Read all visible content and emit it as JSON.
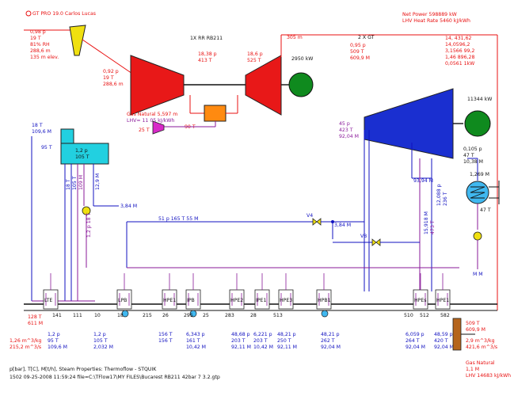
{
  "header": {
    "program": "GT PRO 19.0 Carlos Lucas",
    "net_power": "Net Power 598889 kW",
    "lhv_heat_rate": "LHV Heat Rate 5460 kJ/kWh"
  },
  "gas_turbine": {
    "label": "1X RR RB211",
    "inlet_top": [
      "0,98 p",
      "19 T",
      "81% RH",
      "288,6 m",
      "135 m elev."
    ],
    "inlet_comp": [
      "0,92 p",
      "19 T",
      "288,6 m"
    ],
    "comp_out": [
      "18,38 p",
      "413 T"
    ],
    "turb_in": [
      "18,6 p",
      "525 T"
    ],
    "exhaust_flow": "305 m",
    "gen_power": "2950 kW",
    "fuel": [
      "Gas Natural 5,597 m",
      "LHV= 11 05 kJ/kWh"
    ],
    "fuel_temp": "25 T",
    "fuel_comb": "90 T"
  },
  "multi_gt": {
    "label": "2 X GT",
    "values": [
      "0,95 p",
      "509 T",
      "609,9 M"
    ]
  },
  "stack_right": [
    "14, 431,62",
    "14,0596,2",
    "3,1566 99,2",
    "1,46 896,28",
    "0,0561 1kW"
  ],
  "steam_turbine": {
    "inlet": [
      "45 p",
      "423 T",
      "92,04 M"
    ],
    "gen_power": "11344 kW",
    "exhaust": [
      "0,105 p",
      "47 T",
      "10,38 M"
    ],
    "extraction_1": "93,94 M",
    "extraction_2": [
      "12,088 p",
      "236 T"
    ],
    "extraction_3": [
      "15,918 M",
      "473 T"
    ]
  },
  "condenser": {
    "inlet": [
      "1,269 M",
      "47 T"
    ],
    "outlet_temp": "47 T",
    "outlet_label": "M M"
  },
  "deaerator": {
    "left_in": [
      "18 T",
      "109,6 M"
    ],
    "flow_95": "95 T",
    "label": [
      "1,2 p",
      "105 T"
    ],
    "lines": [
      "18 T",
      "105 T",
      "109 M",
      "12,9 M"
    ]
  },
  "steam_lines": {
    "feed_311": "3,84 M",
    "main": "51 p 165 T 55 M",
    "v4_label": "V4",
    "v4_flow": "3,84 M",
    "v8_label": "V8",
    "bfp_left": "1,2 p 18 T"
  },
  "hrsg": {
    "components": [
      "LTE",
      "LPB",
      "HPE1",
      "IPB",
      "HPE2",
      "IPE1",
      "HPE3",
      "HPB1",
      "HPEs",
      "HPE1"
    ],
    "node_numbers": [
      "141",
      "111",
      "10",
      "18",
      "215",
      "26",
      "295",
      "25",
      "283",
      "28",
      "513",
      "510",
      "512",
      "582"
    ],
    "stream_left": [
      "128 T",
      "611 M"
    ],
    "left_gas": [
      "1,26 m^3/kg",
      "215,2 m^3/s"
    ],
    "temps_bottom": [
      [
        "1,2 p",
        "95 T",
        "109,6 M"
      ],
      [
        "1,2 p",
        "105 T",
        "2,032 M"
      ],
      [
        "156 T",
        "156 T"
      ],
      [
        "6,343 p",
        "161 T",
        "10,42 M"
      ],
      [
        "48,68 p",
        "203 T",
        "92,11 M"
      ],
      [
        "6,221 p",
        "203 T",
        "10,42 M"
      ],
      [
        "48,21 p",
        "250 T",
        "92,11 M"
      ],
      [
        "48,21 p",
        "262 T",
        "92,04 M"
      ],
      [
        "6,059 p",
        "264 T",
        "92,04 M"
      ],
      [
        "48,59 p",
        "420 T",
        "92,04 M"
      ]
    ],
    "stack": [
      "509 T",
      "609,9 M"
    ],
    "right_gas": [
      "2,9 m^3/kg",
      "421,6 m^3/s"
    ],
    "duct_burner": [
      "Gas Natural",
      "1,1 M",
      "LHV 14683 kJ/kWh"
    ]
  },
  "footer": {
    "units": "p[bar], T[C], M[t/h], Steam Properties: Thermoflow - STQUIK",
    "file_info": "1502 09-25-2008 11:59:24 file=C:\\TFlow17\\MY FILES\\Bucarest RB211 42bar 7 3.2.gtp"
  },
  "colors": {
    "gas": "#e81010",
    "steam": "#1010c0",
    "water": "#8a1a9a",
    "gt_body": "#e81818",
    "st_body": "#1a2fd0",
    "generator": "#0f8a1e",
    "deaerator": "#22d0e0",
    "inlet_filter": "#f0e010",
    "combustor": "#ff8a10"
  }
}
